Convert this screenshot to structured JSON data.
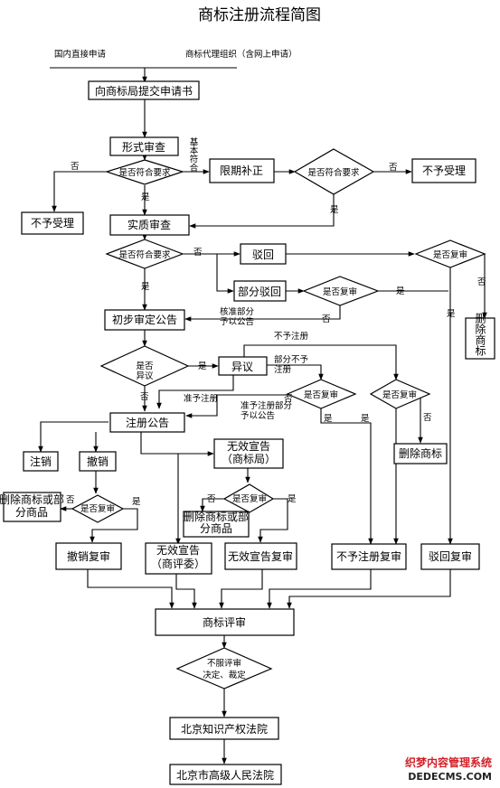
{
  "title": "商标注册流程简图",
  "sources": {
    "domestic": "国内直接申请",
    "agency": "商标代理组织（含网上申请）"
  },
  "nodes": {
    "submit": "向商标局提交申请书",
    "formal_review": "形式审查",
    "formal_q": "是否符合要求",
    "basic_ok": "基本符合",
    "reject1": "不予受理",
    "amend": "限期补正",
    "amend_q": "是否符合要求",
    "reject2": "不予受理",
    "substantive": "实质审查",
    "sub_q": "是否符合要求",
    "rejected": "驳回",
    "partial_reject": "部分驳回",
    "reexam_q1": "是否复审",
    "reexam_q2": "是否复审",
    "delete_mark": "删除商标",
    "prelim": "初步审定公告",
    "approve_partial": "核准部分予以公告",
    "opposition_q": "是否异议",
    "opposition": "异议",
    "reexam_q3": "是否复审",
    "reexam_q4": "是否复审",
    "delete_mark2": "删除商标",
    "registration": "注册公告",
    "cancel": "注销",
    "revoke": "撤销",
    "invalid_office": "无效宣告（商标局）",
    "delete_partial1": "删除商标或部分商品",
    "reexam_q5": "是否复审",
    "reexam_q6": "是否复审",
    "delete_partial2": "删除商标或部分商品",
    "revoke_review": "撤销复审",
    "invalid_board": "无效宣告（商评委）",
    "invalid_review": "无效宣告复审",
    "refuse_reg_review": "不予注册复审",
    "reject_review": "驳回复审",
    "board": "商标评审",
    "appeal_q": "不服评审决定、裁定",
    "ip_court": "北京知识产权法院",
    "high_court": "北京市高级人民法院"
  },
  "labels": {
    "yes": "是",
    "no": "否",
    "refuse_reg": "不予注册",
    "partial_refuse": "部分不予注册",
    "approve_reg": "准予注册",
    "approve_partial_reg": "准予注册部分予以公告"
  },
  "watermark": {
    "line1": "织梦内容管理系统",
    "line2": "DEDECMS.COM"
  }
}
